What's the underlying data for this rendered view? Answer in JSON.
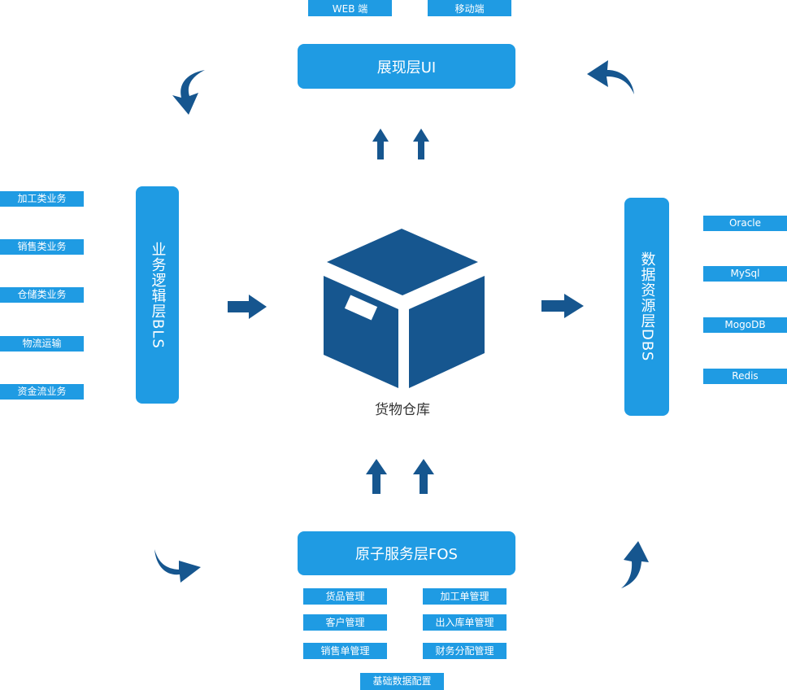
{
  "top_clients": [
    "WEB 端",
    "移动端"
  ],
  "ui_layer": "展现层UI",
  "bls_layer": "业务逻辑层BLS",
  "bls_items": [
    "加工类业务",
    "销售类业务",
    "仓储类业务",
    "物流运输",
    "资金流业务"
  ],
  "dbs_layer": "数据资源层DBS",
  "dbs_items": [
    "Oracle",
    "MySql",
    "MogoDB",
    "Redis"
  ],
  "center_label": "货物仓库",
  "fos_layer": "原子服务层FOS",
  "fos_items": [
    "货品管理",
    "加工单管理",
    "客户管理",
    "出入库单管理",
    "销售单管理",
    "财务分配管理",
    "基础数据配置"
  ],
  "colors": {
    "accent": "#1f9be3",
    "dark": "#16568f"
  }
}
